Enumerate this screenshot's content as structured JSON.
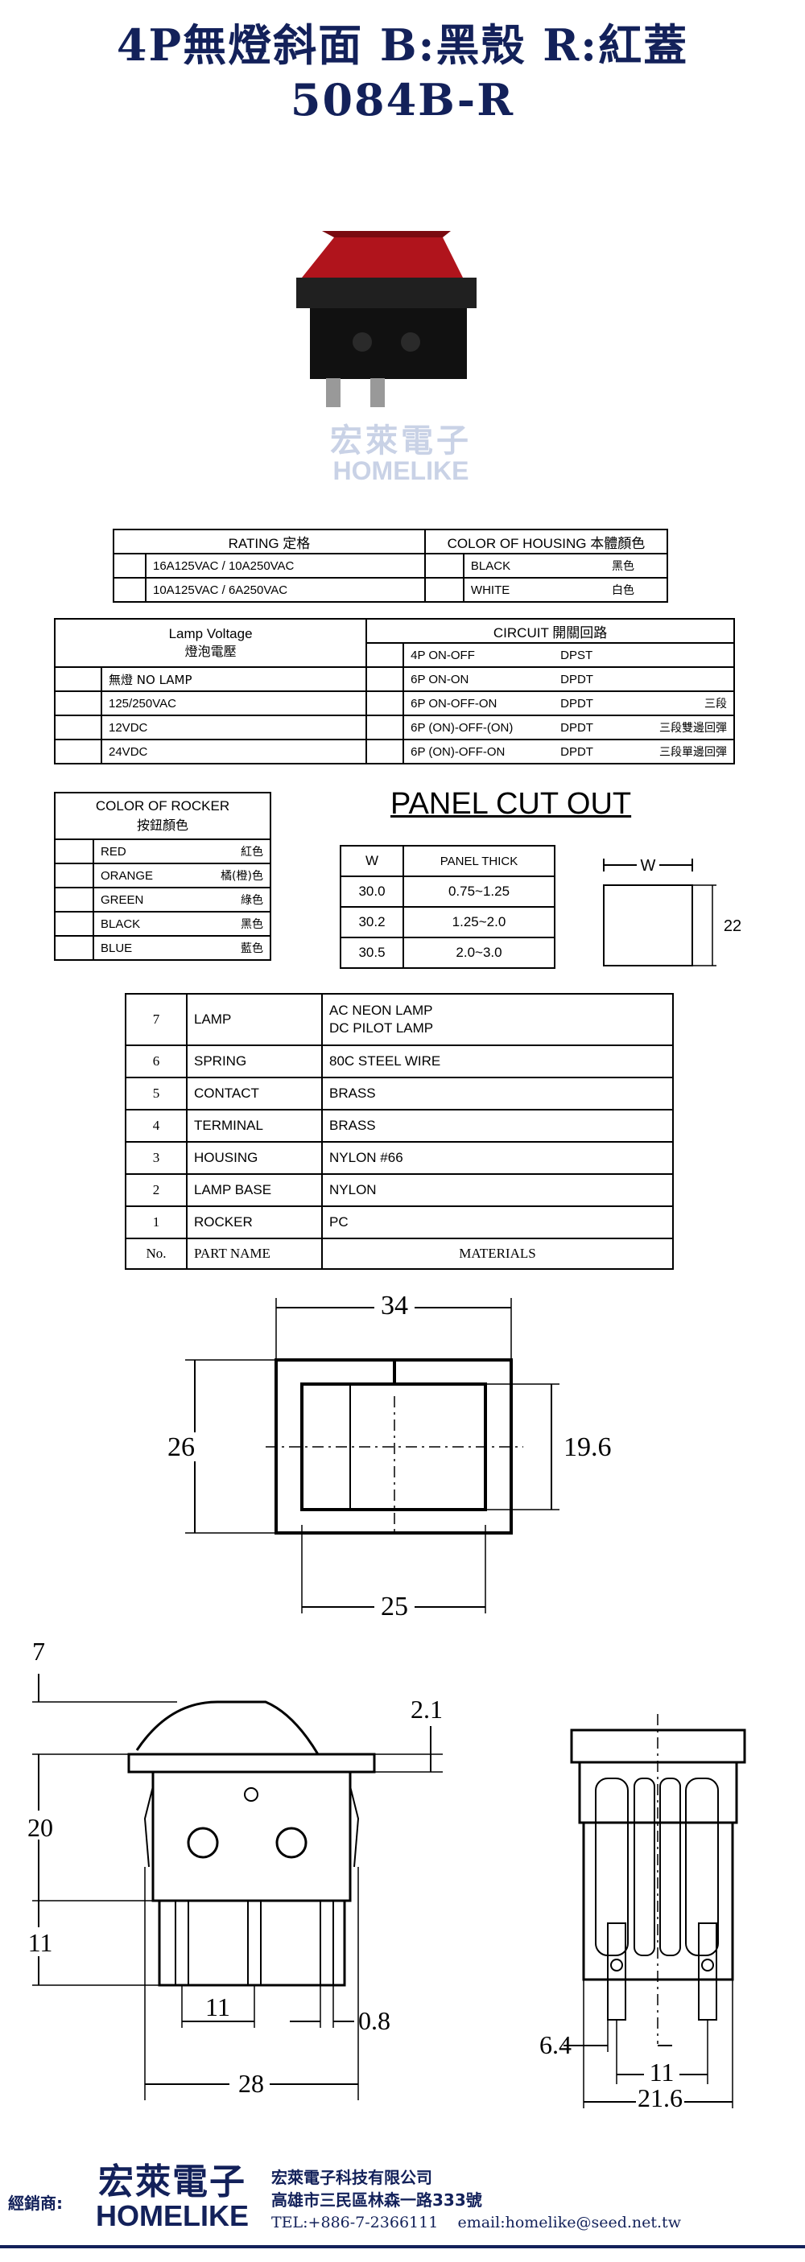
{
  "header": {
    "title_line1": "4P無燈斜面 B:黑殼 R:紅蓋",
    "title_line2": "5084B-R"
  },
  "logo": {
    "brand_cn": "宏萊電子",
    "brand_en": "HOMELIKE"
  },
  "rating_table": {
    "header_rating": "RATING 定格",
    "header_color": "COLOR OF HOUSING 本體顏色",
    "rows": [
      {
        "rating": "16A125VAC / 10A250VAC",
        "color_en": "BLACK",
        "color_cn": "黑色"
      },
      {
        "rating": "10A125VAC / 6A250VAC",
        "color_en": "WHITE",
        "color_cn": "白色"
      }
    ]
  },
  "circuit_table": {
    "lamp_header_en": "Lamp Voltage",
    "lamp_header_cn": "燈泡電壓",
    "circuit_header": "CIRCUIT 開關回路",
    "rows": [
      {
        "lamp": "",
        "circuit": "4P  ON-OFF",
        "type": "DPST",
        "note": ""
      },
      {
        "lamp": "無燈 NO LAMP",
        "circuit": "6P  ON-ON",
        "type": "DPDT",
        "note": ""
      },
      {
        "lamp": "125/250VAC",
        "circuit": "6P  ON-OFF-ON",
        "type": "DPDT",
        "note": "三段"
      },
      {
        "lamp": "12VDC",
        "circuit": "6P  (ON)-OFF-(ON)",
        "type": "DPDT",
        "note": "三段雙邊回彈"
      },
      {
        "lamp": "24VDC",
        "circuit": "6P  (ON)-OFF-ON",
        "type": "DPDT",
        "note": "三段單邊回彈"
      }
    ]
  },
  "rocker_table": {
    "header_en": "COLOR OF ROCKER",
    "header_cn": "按鈕顏色",
    "rows": [
      {
        "en": "RED",
        "cn": "紅色"
      },
      {
        "en": "ORANGE",
        "cn": "橘(橙)色"
      },
      {
        "en": "GREEN",
        "cn": "綠色"
      },
      {
        "en": "BLACK",
        "cn": "黑色"
      },
      {
        "en": "BLUE",
        "cn": "藍色"
      }
    ]
  },
  "panel_cut": {
    "title": "PANEL CUT OUT",
    "col_w": "W",
    "col_thick": "PANEL THICK",
    "rows": [
      {
        "w": "30.0",
        "thick": "0.75~1.25"
      },
      {
        "w": "30.2",
        "thick": "1.25~2.0"
      },
      {
        "w": "30.5",
        "thick": "2.0~3.0"
      }
    ],
    "diagram_w": "W",
    "diagram_h": "22"
  },
  "materials_table": {
    "rows": [
      {
        "no": "7",
        "part": "LAMP",
        "material": "AC  NEON LAMP",
        "material2": "DC  PILOT LAMP"
      },
      {
        "no": "6",
        "part": "SPRING",
        "material": "80C STEEL WIRE",
        "material2": ""
      },
      {
        "no": "5",
        "part": "CONTACT",
        "material": "BRASS",
        "material2": ""
      },
      {
        "no": "4",
        "part": "TERMINAL",
        "material": "BRASS",
        "material2": ""
      },
      {
        "no": "3",
        "part": "HOUSING",
        "material": "NYLON #66",
        "material2": ""
      },
      {
        "no": "2",
        "part": "LAMP BASE",
        "material": "NYLON",
        "material2": ""
      },
      {
        "no": "1",
        "part": "ROCKER",
        "material": "PC",
        "material2": ""
      }
    ],
    "footer_no": "No.",
    "footer_part": "PART NAME",
    "footer_material": "MATERIALS"
  },
  "dimensions": {
    "top_width": "34",
    "top_height": "26",
    "top_inner": "19.6",
    "top_bottom": "25",
    "side_rocker": "7",
    "side_flange": "2.1",
    "side_body": "20",
    "side_terminal": "11",
    "side_pitch": "11",
    "side_thick": "0.8",
    "side_width": "28",
    "end_offset": "6.4",
    "end_pitch": "11",
    "end_width": "21.6"
  },
  "footer": {
    "dealer_label": "經銷商:",
    "company": "宏萊電子科技有限公司",
    "address": "高雄市三民區林森一路333號",
    "tel": "TEL:+886-7-2366111",
    "email": "email:homelike@seed.net.tw"
  }
}
